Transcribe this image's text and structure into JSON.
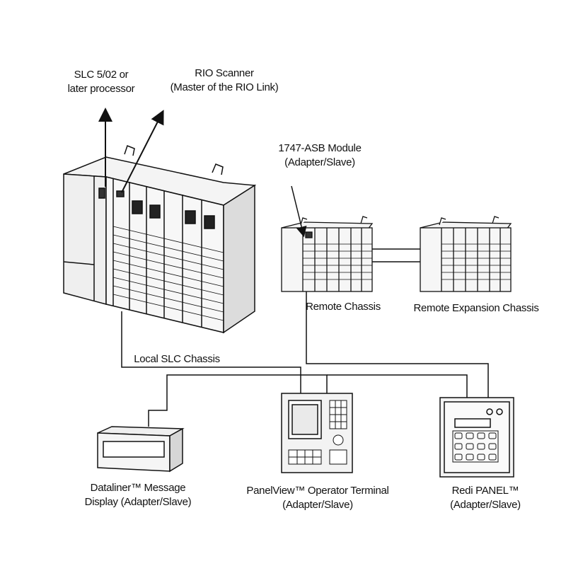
{
  "labels": {
    "processor": [
      "SLC 5/02 or",
      "later processor"
    ],
    "rio_scanner": [
      "RIO Scanner",
      "(Master of the RIO Link)"
    ],
    "asb_module": [
      "1747-ASB Module",
      "(Adapter/Slave)"
    ],
    "remote_chassis": "Remote Chassis",
    "remote_expansion_chassis": "Remote Expansion Chassis",
    "local_chassis": "Local SLC Chassis",
    "dataliner": [
      "Dataliner™ Message",
      "Display (Adapter/Slave)"
    ],
    "panelview": [
      "PanelView™ Operator Terminal",
      "(Adapter/Slave)"
    ],
    "redipanel": [
      "Redi PANEL™",
      "(Adapter/Slave)"
    ]
  },
  "icons": [
    "local-slc-chassis-icon",
    "remote-chassis-icon",
    "remote-expansion-chassis-icon",
    "dataliner-display-icon",
    "panelview-terminal-icon",
    "redi-panel-icon",
    "arrow-up-icon"
  ],
  "colors": {
    "line": "#111111",
    "fill_light": "#f2f2f2",
    "fill_mid": "#d8d8d8",
    "fill_dark": "#333333"
  }
}
